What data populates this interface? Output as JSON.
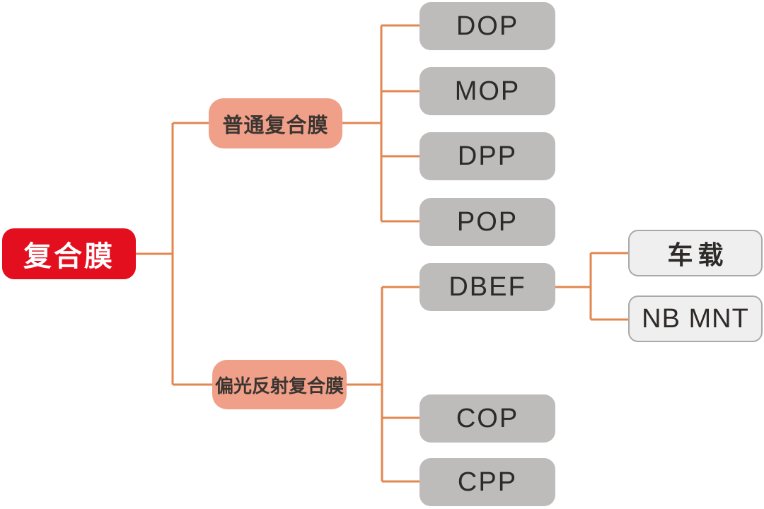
{
  "colors": {
    "background": "#FFFFFF",
    "root_bg": "#E30F1E",
    "root_text": "#FFFFFF",
    "branch_bg": "#F0A089",
    "branch_text": "#3B3531",
    "leaf_bg": "#BEBBBB",
    "leaf_text": "#2D2A28",
    "subleaf_bg": "#F0EFEF",
    "subleaf_border": "#A9A9A9",
    "connector": "#E1874F"
  },
  "nodes": {
    "root": {
      "label": "复合膜"
    },
    "branch_ordinary": {
      "label": "普通复合膜"
    },
    "branch_polarized": {
      "label": "偏光反射复合膜"
    },
    "leaf_dop": {
      "label": "DOP"
    },
    "leaf_mop": {
      "label": "MOP"
    },
    "leaf_dpp": {
      "label": "DPP"
    },
    "leaf_pop": {
      "label": "POP"
    },
    "leaf_dbef": {
      "label": "DBEF"
    },
    "leaf_cop": {
      "label": "COP"
    },
    "leaf_cpp": {
      "label": "CPP"
    },
    "subleaf_vehicle": {
      "label": "车载"
    },
    "subleaf_nbmnt": {
      "label": "NB MNT"
    }
  },
  "hierarchy": {
    "label": "复合膜",
    "children": [
      {
        "label": "普通复合膜",
        "children": [
          {
            "label": "DOP"
          },
          {
            "label": "MOP"
          },
          {
            "label": "DPP"
          },
          {
            "label": "POP"
          }
        ]
      },
      {
        "label": "偏光反射复合膜",
        "children": [
          {
            "label": "DBEF",
            "children": [
              {
                "label": "车载"
              },
              {
                "label": "NB MNT"
              }
            ]
          },
          {
            "label": "COP"
          },
          {
            "label": "CPP"
          }
        ]
      }
    ]
  }
}
